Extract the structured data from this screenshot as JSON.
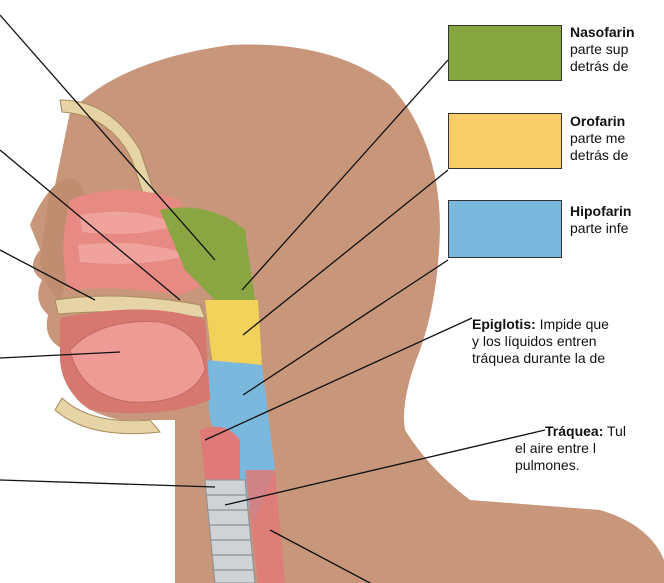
{
  "legend": [
    {
      "title": "Nasofarin",
      "line2": "parte sup",
      "line3": "detrás de",
      "color": "#86a63f"
    },
    {
      "title": "Orofarin",
      "line2": "parte me",
      "line3": "detrás de",
      "color": "#f9cc6a"
    },
    {
      "title": "Hipofarin",
      "line2": "parte infe",
      "line3": "",
      "color": "#7ab8de"
    }
  ],
  "labels": {
    "epiglotis": {
      "title": "Epiglotis:",
      "line1": " Impide que",
      "line2": "y los líquidos entren",
      "line3": "tráquea durante la de"
    },
    "traquea": {
      "title": "Tráquea:",
      "line1": " Tul",
      "line2": "el aire entre l",
      "line3": "pulmones."
    }
  },
  "colors": {
    "skin": "#c8967a",
    "nasopharynx": "#86a63f",
    "oropharynx": "#f2d25a",
    "hypopharynx": "#7ab8de",
    "tissue": "#e88a84",
    "bone": "#e6d3a6"
  }
}
